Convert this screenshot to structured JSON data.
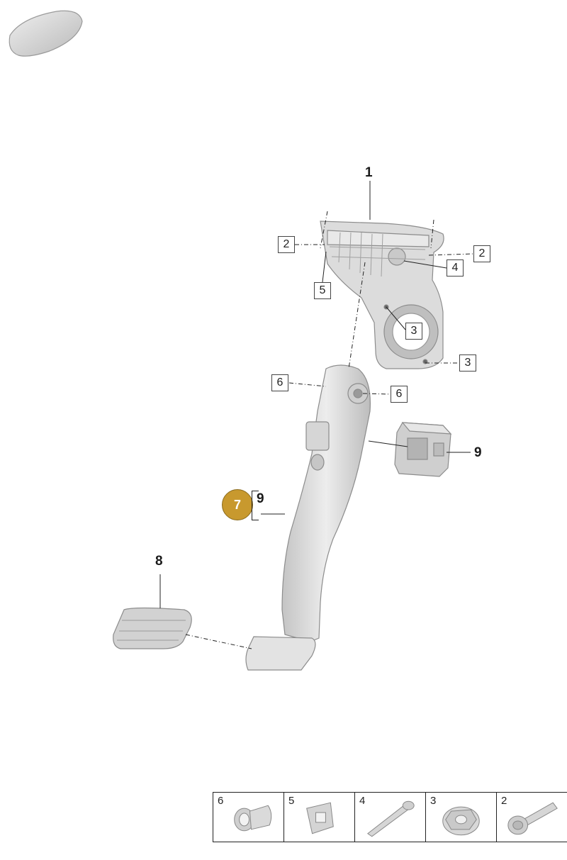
{
  "callouts": {
    "label_1": "1",
    "label_2a": "2",
    "label_2b": "2",
    "label_3a": "3",
    "label_3b": "3",
    "label_4": "4",
    "label_5": "5",
    "label_6a": "6",
    "label_6b": "6",
    "label_9a": "9",
    "label_9b": "9",
    "label_8": "8",
    "badge_7": "7"
  },
  "legend": {
    "items": [
      {
        "number": "6",
        "icon": "bushing-icon"
      },
      {
        "number": "5",
        "icon": "clip-icon"
      },
      {
        "number": "4",
        "icon": "pin-icon"
      },
      {
        "number": "3",
        "icon": "flange-nut-icon"
      },
      {
        "number": "2",
        "icon": "bolt-icon"
      }
    ]
  },
  "colors": {
    "part_fill": "#d9d9d9",
    "part_stroke": "#8c8c8c",
    "badge": "#c8992e"
  }
}
